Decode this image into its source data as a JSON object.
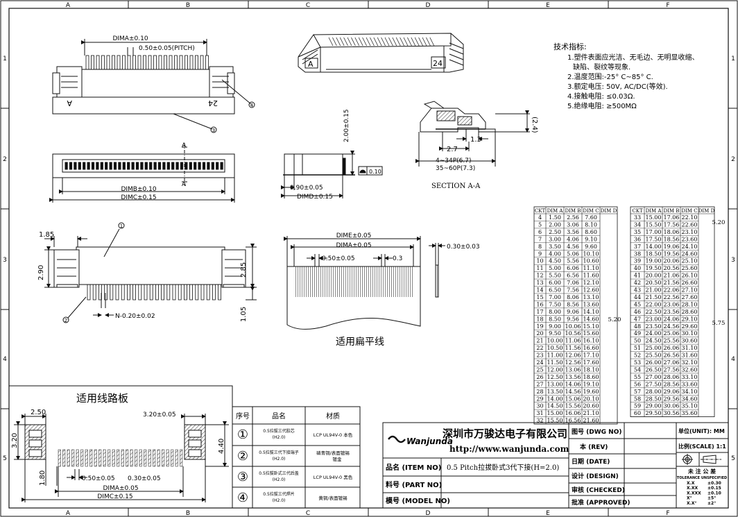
{
  "frame": {
    "cols": [
      "A",
      "B",
      "C",
      "D",
      "E",
      "F"
    ],
    "rows": [
      "1",
      "2",
      "3",
      "4",
      "5"
    ]
  },
  "top_view": {
    "dim_a": "DIMA±0.10",
    "pitch": "0.50±0.05(PITCH)",
    "label_a": "A",
    "label_24": "24",
    "balloon_3": "3",
    "balloon_4": "4"
  },
  "front_view": {
    "section_mark_a1": "A",
    "section_mark_a2": "A",
    "dim_b": "DIMB±0.10",
    "dim_c": "DIMC±0.15"
  },
  "iso_view": {
    "label_a": "A",
    "label_24": "24"
  },
  "side_view": {
    "height": "2.00±0.15",
    "flat": "0.10",
    "w090": "0.90±0.05",
    "dim_d": "DIMD±0.15"
  },
  "section_view": {
    "h24": "(2.4)",
    "d13": "1.3",
    "d27": "2.7",
    "r1": "4~34P(6.7)",
    "r2": "35~60P(7.3)",
    "title": "SECTION A-A"
  },
  "tech": {
    "title": "技术指标:",
    "l1": "1.塑件表面应光洁、无毛边、无明显收缩、",
    "l1b": "缺陷、裂纹等现象.",
    "l2": "2.温度范围:-25° C~85° C.",
    "l3": "3.额定电压: 50V, AC/DC(等效).",
    "l4": "4.接触电阻: ≤0.03Ω.",
    "l5": "5.绝缘电阻: ≥500MΩ"
  },
  "end_view": {
    "d185": "1.85",
    "d290": "2.90",
    "d285": "2.85",
    "d105": "1.05",
    "pin": "N-0.20±0.02",
    "b1": "1",
    "b2": "2"
  },
  "fpc": {
    "dim_e": "DIME±0.05",
    "dim_a": "DIMA±0.05",
    "pitch": "0.50±0.05",
    "w03": "0.3",
    "thick": "0.30±0.03",
    "title": "适用扁平线"
  },
  "pcb": {
    "title": "适用线路板",
    "d250": "2.50",
    "d320a": "3.20±0.05",
    "d320": "3.20",
    "d440": "4.40",
    "d180": "1.80",
    "pitch": "0.50±0.05",
    "w030": "0.30±0.05",
    "dim_a": "DIMA±0.05",
    "dim_c": "DIMC±0.15"
  },
  "bom": {
    "headers": [
      "序号",
      "品名",
      "材质"
    ],
    "rows": [
      {
        "no": "①",
        "name1": "0.5拉拔三代胶芯",
        "name2": "(H2.0)",
        "mat1": "LCP UL94V-0 本色",
        "mat2": ""
      },
      {
        "no": "②",
        "name1": "0.5拉拔三代下接端子",
        "name2": "(H2.0)",
        "mat1": "磷青铜/表面镀锡",
        "mat2": "镀金"
      },
      {
        "no": "③",
        "name1": "0.5拉拔卧式三代后盖",
        "name2": "(H2.0)",
        "mat1": "LCP UL94V-0 黑色",
        "mat2": ""
      },
      {
        "no": "④",
        "name1": "0.5拉拔三代焊片",
        "name2": "(H2.0)",
        "mat1": "黄铜/表面镀锡",
        "mat2": ""
      }
    ]
  },
  "title_block": {
    "company": "深圳市万骏达电子有限公司",
    "website": "http://www.wanjunda.com",
    "logo": "Wanjunda",
    "item_label": "品名 (ITEM NO)",
    "item_value": "0.5 Pitch拉拔卧式3代下接(H=2.0)",
    "part_label": "料号 (PART NO)",
    "model_label": "模号 (MODEL NO)",
    "dwg_label": "图号 (DWG NO)",
    "rev_label": "本 (REV)",
    "date_label": "日期 (DATE)",
    "design_label": "设计 (DESIGN)",
    "checked_label": "审核 (CHECKED)",
    "approved_label": "批准 (APPROVED)",
    "unit_label": "单位(UNIT): MM",
    "scale_label": "比例(SCALE) 1:1",
    "tol_title": "未 注 公 差",
    "tol_sub": "TOLERANCE UNSPECIFIED",
    "tol": [
      [
        "X.X",
        "±0.30"
      ],
      [
        "X.XX",
        "±0.15"
      ],
      [
        "X.XXX",
        "±0.10"
      ],
      [
        "X°",
        "±5°"
      ],
      [
        "X.X°",
        "±2°"
      ]
    ]
  },
  "dim_table": {
    "headers": [
      "CKT",
      "DIM A",
      "DIM B",
      "DIM C",
      "DIM D"
    ],
    "d_left": "5.20",
    "d_right1": "5.20",
    "d_right2": "5.75",
    "left": [
      [
        "4",
        "1.50",
        "2.56",
        "7.60"
      ],
      [
        "5",
        "2.00",
        "3.06",
        "8.10"
      ],
      [
        "6",
        "2.50",
        "3.56",
        "8.60"
      ],
      [
        "7",
        "3.00",
        "4.06",
        "9.10"
      ],
      [
        "8",
        "3.50",
        "4.56",
        "9.60"
      ],
      [
        "9",
        "4.00",
        "5.06",
        "10.10"
      ],
      [
        "10",
        "4.50",
        "5.56",
        "10.60"
      ],
      [
        "11",
        "5.00",
        "6.06",
        "11.10"
      ],
      [
        "12",
        "5.50",
        "6.56",
        "11.60"
      ],
      [
        "13",
        "6.00",
        "7.06",
        "12.10"
      ],
      [
        "14",
        "6.50",
        "7.56",
        "12.60"
      ],
      [
        "15",
        "7.00",
        "8.06",
        "13.10"
      ],
      [
        "16",
        "7.50",
        "8.56",
        "13.60"
      ],
      [
        "17",
        "8.00",
        "9.06",
        "14.10"
      ],
      [
        "18",
        "8.50",
        "9.56",
        "14.60"
      ],
      [
        "19",
        "9.00",
        "10.06",
        "15.10"
      ],
      [
        "20",
        "9.50",
        "10.56",
        "15.60"
      ],
      [
        "21",
        "10.00",
        "11.06",
        "16.10"
      ],
      [
        "22",
        "10.50",
        "11.56",
        "16.60"
      ],
      [
        "23",
        "11.00",
        "12.06",
        "17.10"
      ],
      [
        "24",
        "11.50",
        "12.56",
        "17.60"
      ],
      [
        "25",
        "12.00",
        "13.06",
        "18.10"
      ],
      [
        "26",
        "12.50",
        "13.56",
        "18.60"
      ],
      [
        "27",
        "13.00",
        "14.06",
        "19.10"
      ],
      [
        "28",
        "13.50",
        "14.56",
        "19.60"
      ],
      [
        "29",
        "14.00",
        "15.06",
        "20.10"
      ],
      [
        "30",
        "14.50",
        "15.56",
        "20.60"
      ],
      [
        "31",
        "15.00",
        "16.06",
        "21.10"
      ],
      [
        "32",
        "15.50",
        "16.56",
        "21.60"
      ]
    ],
    "right": [
      [
        "33",
        "15.00",
        "17.06",
        "22.10"
      ],
      [
        "34",
        "15.50",
        "17.56",
        "22.60"
      ],
      [
        "35",
        "17.00",
        "18.06",
        "23.10"
      ],
      [
        "36",
        "17.50",
        "18.56",
        "23.60"
      ],
      [
        "37",
        "14.00",
        "19.06",
        "24.10"
      ],
      [
        "38",
        "18.50",
        "19.56",
        "24.60"
      ],
      [
        "39",
        "19.00",
        "20.06",
        "25.10"
      ],
      [
        "40",
        "19.50",
        "20.56",
        "25.60"
      ],
      [
        "41",
        "20.00",
        "21.06",
        "26.10"
      ],
      [
        "42",
        "20.50",
        "21.56",
        "26.60"
      ],
      [
        "43",
        "21.00",
        "22.06",
        "27.10"
      ],
      [
        "44",
        "21.50",
        "22.56",
        "27.60"
      ],
      [
        "45",
        "22.00",
        "23.06",
        "28.10"
      ],
      [
        "46",
        "22.50",
        "23.56",
        "28.60"
      ],
      [
        "47",
        "23.00",
        "24.06",
        "29.10"
      ],
      [
        "48",
        "23.50",
        "24.56",
        "29.60"
      ],
      [
        "49",
        "24.00",
        "25.06",
        "30.10"
      ],
      [
        "50",
        "24.50",
        "25.56",
        "30.60"
      ],
      [
        "51",
        "25.00",
        "26.06",
        "31.10"
      ],
      [
        "52",
        "25.50",
        "26.56",
        "31.60"
      ],
      [
        "53",
        "26.00",
        "27.06",
        "32.10"
      ],
      [
        "54",
        "26.50",
        "27.56",
        "32.60"
      ],
      [
        "55",
        "27.00",
        "28.06",
        "33.10"
      ],
      [
        "56",
        "27.50",
        "28.56",
        "33.60"
      ],
      [
        "57",
        "28.00",
        "29.06",
        "34.10"
      ],
      [
        "58",
        "28.50",
        "29.56",
        "34.60"
      ],
      [
        "59",
        "29.00",
        "30.06",
        "35.10"
      ],
      [
        "60",
        "29.50",
        "30.56",
        "35.60"
      ]
    ]
  }
}
